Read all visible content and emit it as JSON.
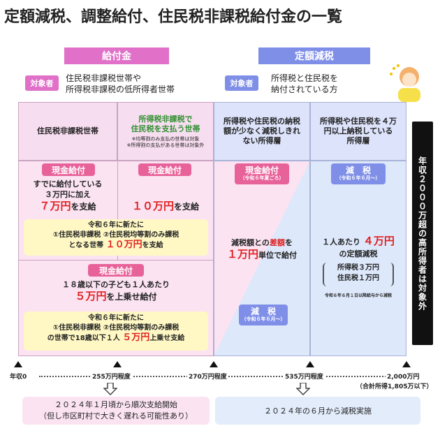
{
  "title": "定額減税、調整給付、住民税非課税給付金の一覧",
  "headers": {
    "left": "給付金",
    "right": "定額減税"
  },
  "targets": {
    "label": "対象者",
    "left_line1": "住民税非課税世帯や",
    "left_line2": "所得税非課税の低所得者世帯",
    "right_line1": "所得税と住民税を",
    "right_line2": "納付されている方"
  },
  "columns": {
    "col1": {
      "head": "住民税非課税世帯"
    },
    "col2": {
      "head_line1": "所得税非課税で",
      "head_line2": "住民税を支払う世帯",
      "note1": "※均等割のみ支払の世帯は対象",
      "note2": "※所得割の支払がある世帯は対象外"
    },
    "col3": {
      "head_line1": "所得税や住民税の納税",
      "head_line2": "額が少なく減税しきれ",
      "head_line3": "ない所得層"
    },
    "col4": {
      "head_line1": "所得税や住民税を４万",
      "head_line2": "円以上納税している",
      "head_line3": "所得層"
    }
  },
  "blocks": {
    "cash1": "現金給付",
    "c1_line1": "すでに給付している",
    "c1_line2": "３万円に加え",
    "c1_amount": "７万円",
    "c1_suffix": "を支給",
    "cash2": "現金給付",
    "c2_amount": "１０万円",
    "c2_suffix": "を支給",
    "y1_line1": "令和６年に新たに",
    "y1_line2": "①住民税非課税 ②住民税均等割のみ課税",
    "y1_line3a": "となる世帯",
    "y1_amount": "１０万円",
    "y1_suffix": "を支給",
    "cash3": "現金給付",
    "c3_line1": "１８歳以下の子ども１人あたり",
    "c3_amount": "５万円",
    "c3_suffix": "を上乗せ給付",
    "y2_line1": "令和６年に新たに",
    "y2_line2": "①住民税非課税 ②住民税均等割のみ課税",
    "y2_line3a": "の世帯で18歳以下１人",
    "y2_amount": "５万円",
    "y2_suffix": "上乗せ支給",
    "cash4": "現金給付",
    "cash4_sub": "（令和６年夏ごろ）",
    "m_line1a": "減税額との",
    "m_line1b": "差額",
    "m_line1c": "を",
    "m_amount": "１万円",
    "m_suffix": "単位で給付",
    "tax1": "減　税",
    "tax1_sub": "（令和６年６月～）",
    "tax2": "減　税",
    "tax2_sub": "（令和６年６月～）",
    "r_line1a": "１人あたり",
    "r_amount": "４万円",
    "r_line2": "の定額減税",
    "r_b1": "所得税３万円",
    "r_b2": "住民税１万円",
    "r_note": "令和６年６月１日以降給与から減税"
  },
  "side_label": "年収２０００万超の高所得者は対象外",
  "axis": {
    "t0": "年収0",
    "t1": "255万円程度",
    "t2": "270万円程度",
    "t3": "535万円程度",
    "t4": "2,000万円",
    "t4_note": "（合計所得1,805万以下）"
  },
  "bottom": {
    "left_line1": "２０２４年１月頃から順次支給開始",
    "left_line2": "（但し市区町村で大きく遅れる可能性あり）",
    "right": "２０２４年の６月から減税実施"
  },
  "colors": {
    "pink": "#e070c8",
    "blue": "#7f8fe8",
    "red": "#e02020",
    "yellow": "#fff8c4"
  }
}
